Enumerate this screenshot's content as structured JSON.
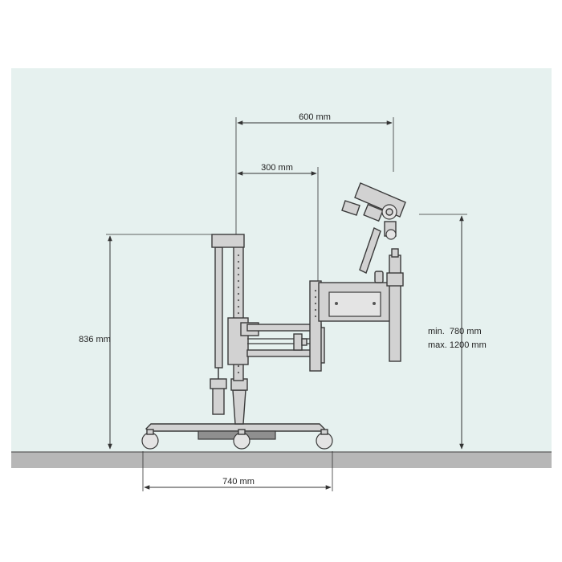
{
  "diagram": {
    "colors": {
      "wall": "#e6f1ef",
      "floor": "#b7b7b7",
      "floor_line": "#7a7a7a",
      "metal": "#d2d2d2",
      "outline": "#3a3a3a"
    },
    "dimensions": {
      "reach_outer": "600 mm",
      "reach_inner": "300 mm",
      "column_height": "836 mm",
      "lens_height_min": "min.  780 mm",
      "lens_height_max": "max. 1200 mm",
      "base_width": "740 mm"
    }
  }
}
